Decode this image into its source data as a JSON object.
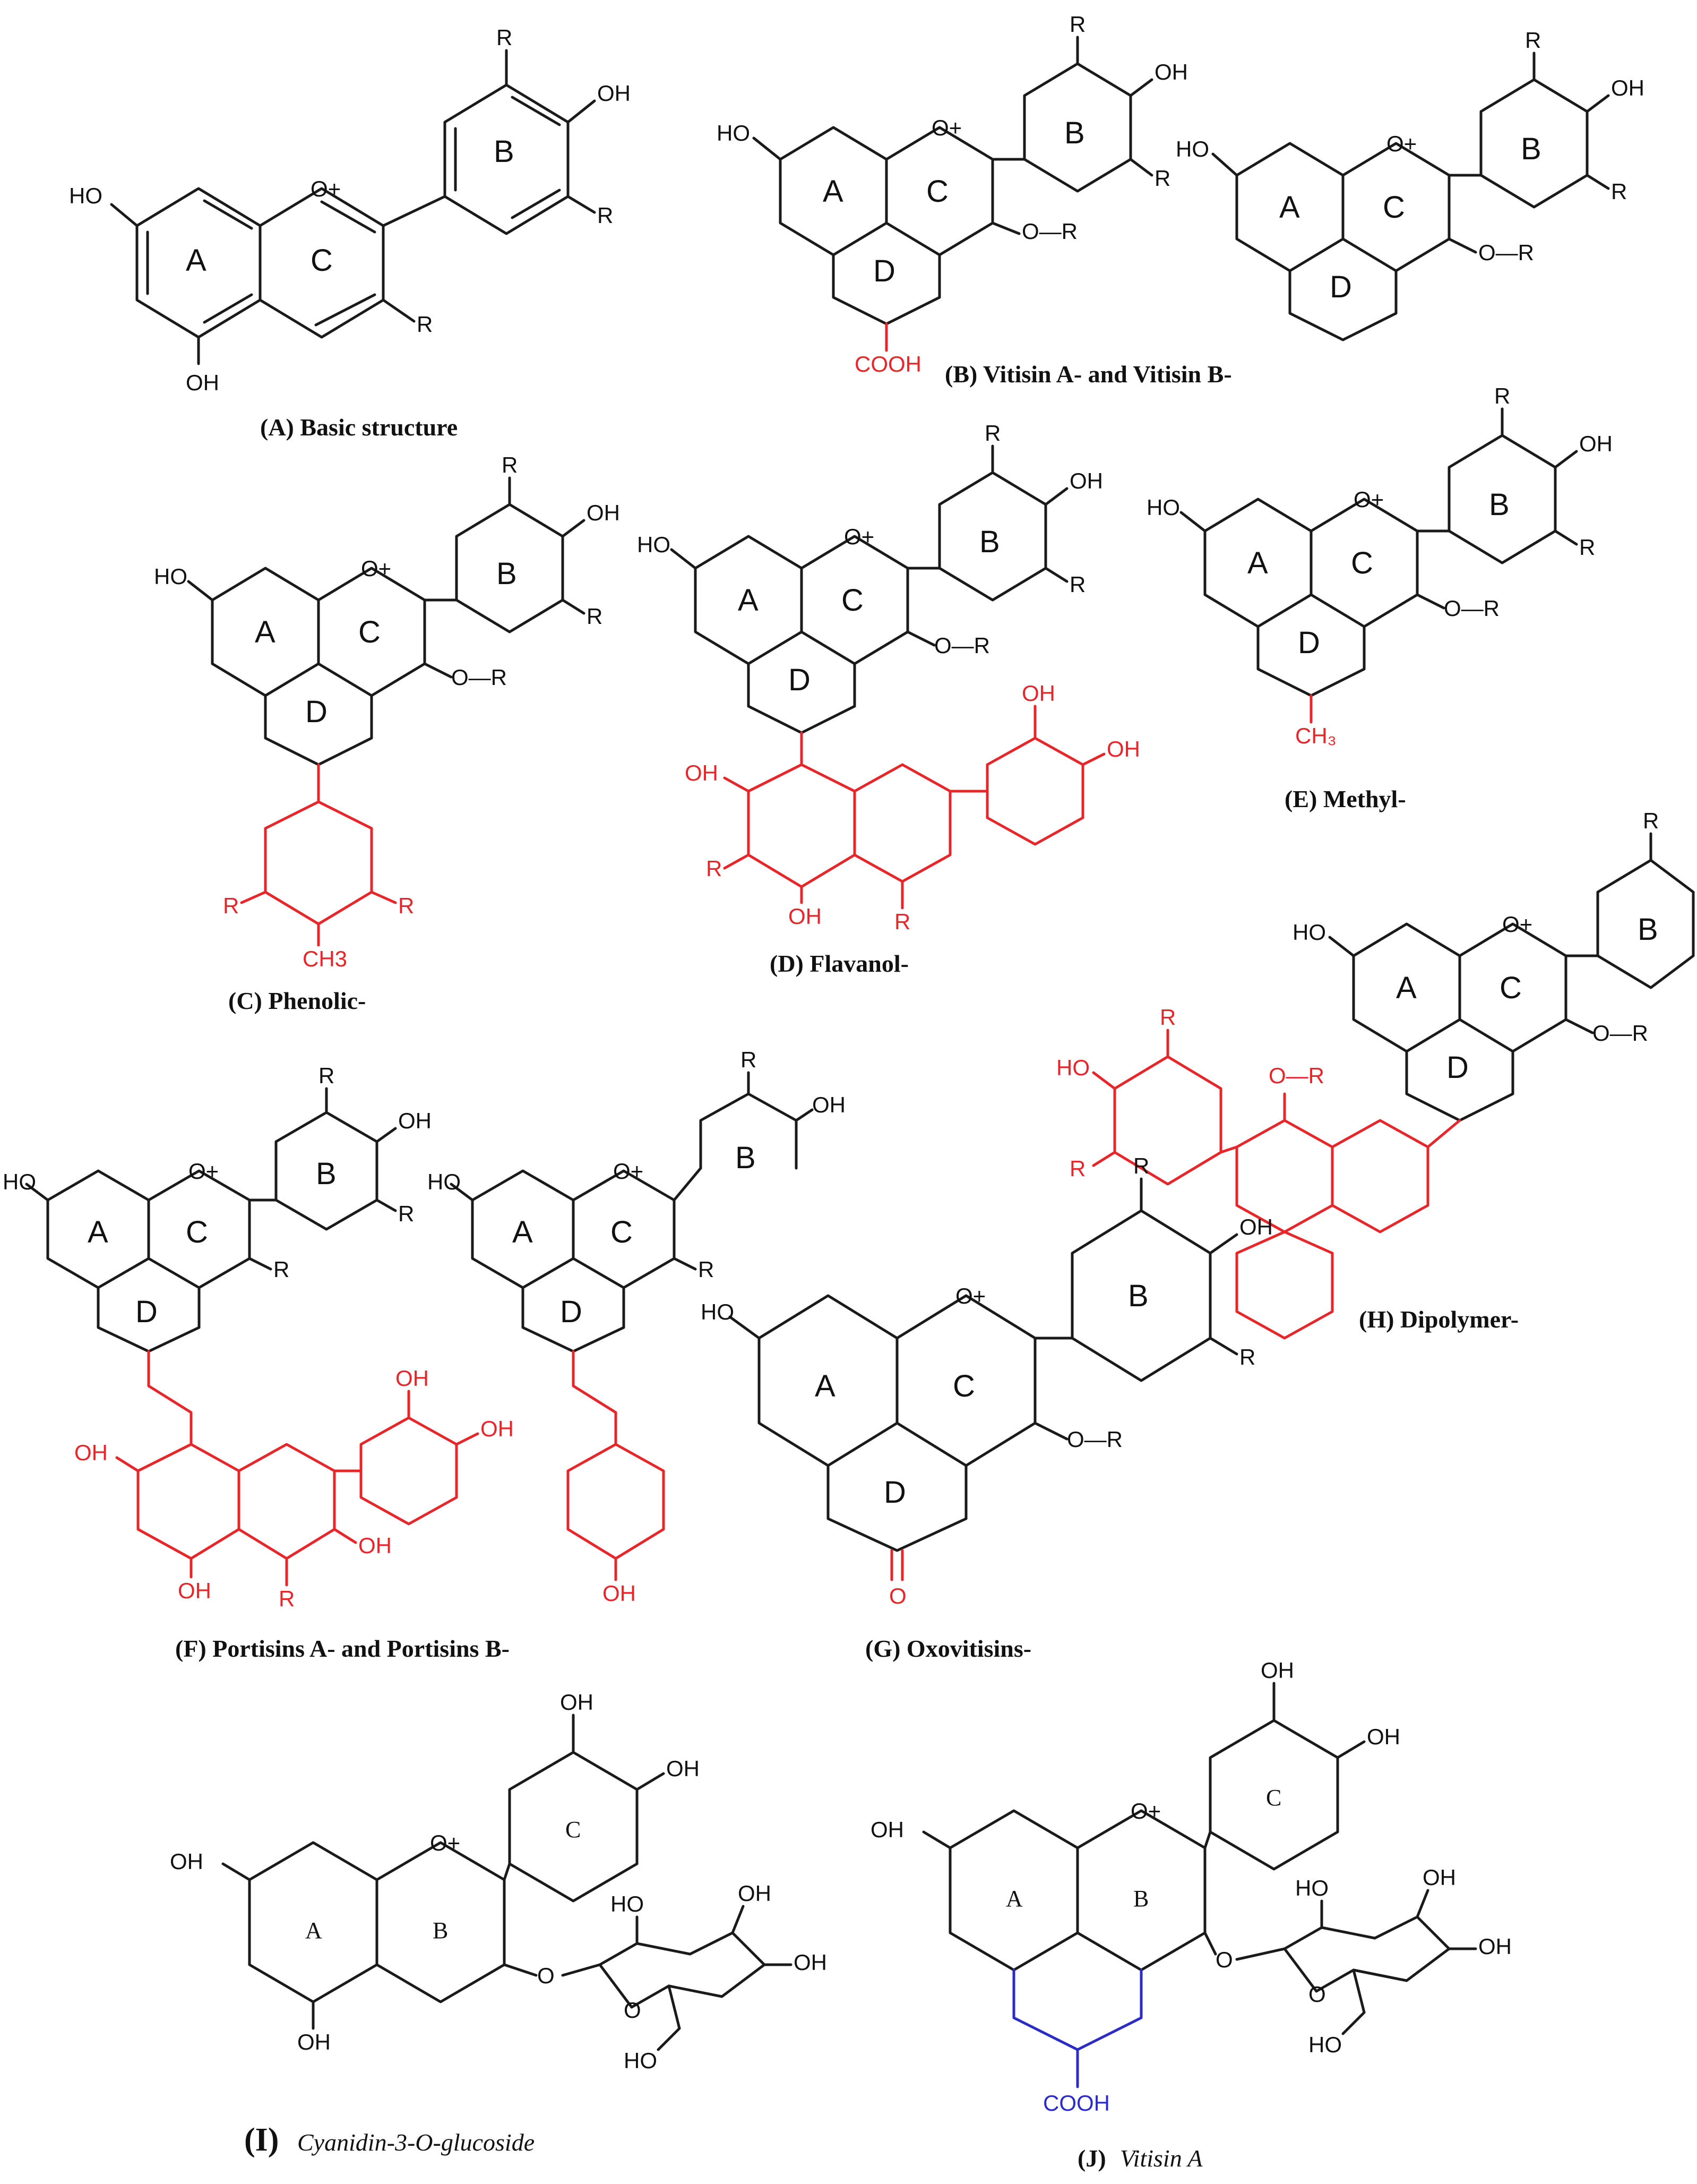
{
  "labels": {
    "hydroxyl": "OH",
    "ho": "HO",
    "r": "R",
    "o": "O",
    "o_plus": "O+",
    "ether": "O—R",
    "cooh": "COOH",
    "ch3": "CH3",
    "ch3_sub": "CH₃",
    "carbonyl_o": "O"
  },
  "rings": {
    "a": "A",
    "b": "B",
    "c": "C",
    "d": "D"
  },
  "captions": {
    "a": "(A)  Basic structure",
    "b": "(B) Vitisin A-  and  Vitisin B-",
    "c": "(C) Phenolic-",
    "d": "(D) Flavanol-",
    "e": "(E) Methyl-",
    "f": "(F) Portisins A-  and Portisins B-",
    "g": "(G) Oxovitisins-",
    "h": "(H)  Dipolymer-",
    "i_letter": "(I)",
    "i_name": "Cyanidin-3-O-glucoside",
    "j_letter": "(J)",
    "j_name": "Vitisin A"
  },
  "colors": {
    "bond": "#1a1a1a",
    "highlight_red": "#e8262a",
    "highlight_blue": "#2b2bc8"
  },
  "structures": [
    {
      "id": "A",
      "name": "Basic structure"
    },
    {
      "id": "B",
      "name": "Vitisin A- and Vitisin B-"
    },
    {
      "id": "C",
      "name": "Phenolic-"
    },
    {
      "id": "D",
      "name": "Flavanol-"
    },
    {
      "id": "E",
      "name": "Methyl-"
    },
    {
      "id": "F",
      "name": "Portisins A- and Portisins B-"
    },
    {
      "id": "G",
      "name": "Oxovitisins-"
    },
    {
      "id": "H",
      "name": "Dipolymer-"
    },
    {
      "id": "I",
      "name": "Cyanidin-3-O-glucoside"
    },
    {
      "id": "J",
      "name": "Vitisin A"
    }
  ]
}
